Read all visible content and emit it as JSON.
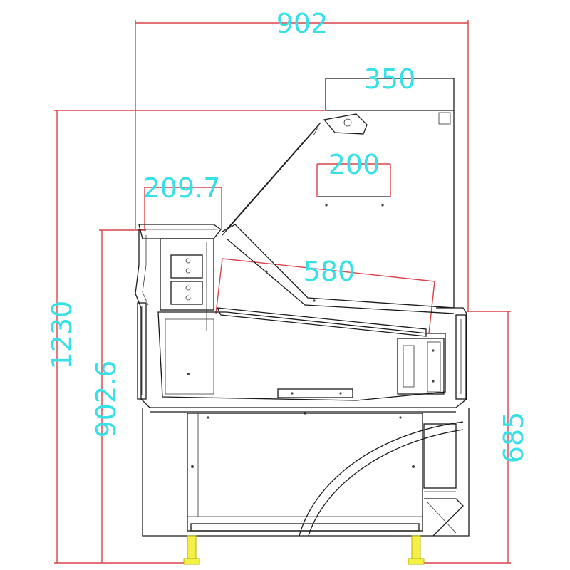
{
  "dimensions": {
    "overall_width": "902",
    "top_depth": "350",
    "shelf_width": "200",
    "counter_depth": "209.7",
    "inner_depth": "580",
    "total_height": "1230",
    "counter_height": "902.6",
    "front_height": "685"
  },
  "colors": {
    "dimension_line": "#d8434b",
    "dimension_text": "#37e0e6",
    "outline": "#1a1a1a",
    "feet": "#f4f046"
  }
}
